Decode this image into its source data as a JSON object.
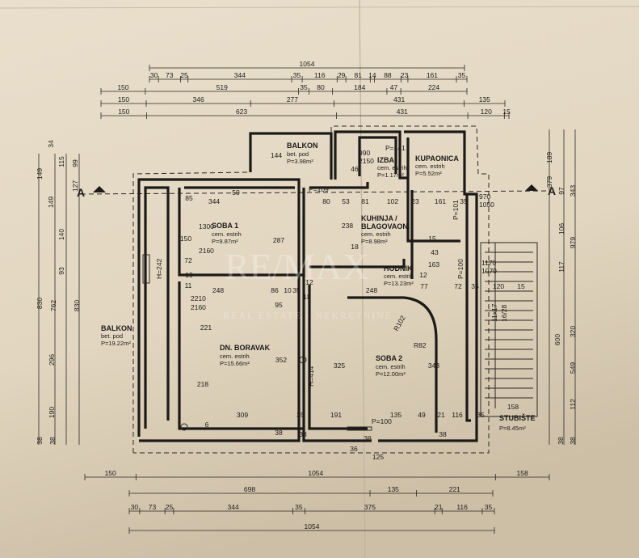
{
  "watermark": {
    "brand": "RE/MAX",
    "tagline": "REAL ESTATE · NEKRETNINE"
  },
  "section_marks": [
    "A",
    "A"
  ],
  "rooms": [
    {
      "name": "BALKON",
      "floor": "bet. pod",
      "area": "P=3.98m²"
    },
    {
      "name": "IZBA",
      "floor": "cem. estrih",
      "area": "P=1.17m²"
    },
    {
      "name": "KUPAONICA",
      "floor": "cem. estrih",
      "area": "P=5.52m²"
    },
    {
      "name": "SOBA 1",
      "floor": "cem. estrih",
      "area": "P=9.87m²"
    },
    {
      "name": "KUHINJA /",
      "name2": "BLAGOVAON.",
      "floor": "cem. estrih",
      "area": "P=8.98m²"
    },
    {
      "name": "HODNIK",
      "floor": "cem. estrih",
      "area": "P=13.23m²"
    },
    {
      "name": "BALKON",
      "floor": "bet. pod",
      "area": "P=19.22m²"
    },
    {
      "name": "DN. BORAVAK",
      "floor": "cem. estrih",
      "area": "P=15.66m²"
    },
    {
      "name": "SOBA 2",
      "floor": "cem. estrih",
      "area": "P=12.00m²"
    },
    {
      "name": "STUBIŠTE",
      "area": "P=8.45m²"
    }
  ],
  "annotations": [
    "P=141",
    "P=109",
    "P=101",
    "P=100",
    "P=100",
    "1300",
    "2160",
    "2210",
    "2160",
    "990",
    "2150",
    "970",
    "1050",
    "1170",
    "1070",
    "H=242",
    "H=414",
    "R102",
    "R82",
    "11x17",
    "16/28"
  ],
  "dims_top": [
    [
      "1054"
    ],
    [
      "30",
      "73",
      "25",
      "344",
      "35",
      "116",
      "29",
      "81",
      "14",
      "88",
      "23",
      "161",
      "35"
    ],
    [
      "150",
      "519",
      "35",
      "80",
      "184",
      "47",
      "224"
    ],
    [
      "150",
      "346",
      "277",
      "431",
      "135"
    ],
    [
      "150",
      "623",
      "431",
      "120",
      "15"
    ]
  ],
  "dims_bottom": [
    [
      "150",
      "1054",
      "158"
    ],
    [
      "698",
      "135",
      "221"
    ],
    [
      "30",
      "73",
      "25",
      "344",
      "35",
      "375",
      "21",
      "116",
      "35"
    ],
    [
      "1054"
    ]
  ],
  "dims_left": [
    "149",
    "34",
    "115",
    "127",
    "149",
    "830",
    "762",
    "830",
    "99",
    "140",
    "93",
    "296",
    "190",
    "38",
    "38"
  ],
  "dims_right": [
    "379",
    "189",
    "97",
    "343",
    "106",
    "117",
    "979",
    "600",
    "320",
    "549",
    "112",
    "38",
    "38"
  ],
  "dims_inner": [
    "344",
    "85",
    "287",
    "150",
    "72",
    "19",
    "11",
    "248",
    "86",
    "10",
    "35",
    "12",
    "80",
    "53",
    "81",
    "102",
    "23",
    "161",
    "35",
    "238",
    "18",
    "248",
    "12",
    "77",
    "72",
    "35",
    "120",
    "15",
    "95",
    "221",
    "218",
    "352",
    "325",
    "343",
    "18",
    "309",
    "35",
    "191",
    "135",
    "49",
    "21",
    "116",
    "35",
    "158",
    "38",
    "38",
    "38",
    "38",
    "6",
    "144",
    "46",
    "50",
    "163",
    "43",
    "15",
    "36",
    "125"
  ]
}
